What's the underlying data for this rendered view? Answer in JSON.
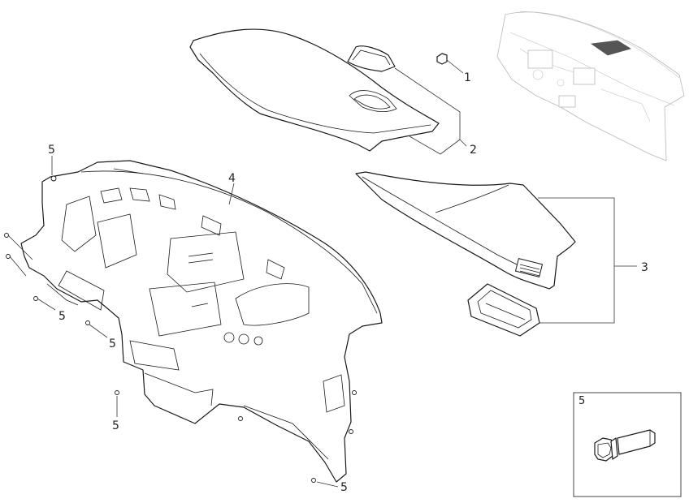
{
  "callouts": {
    "c1": "1",
    "c2": "2",
    "c3": "3",
    "c4": "4",
    "c5_top_left": "5",
    "c5_left_mid": "5",
    "c5_left_low": "5",
    "c5_bottom_left": "5",
    "c5_bottom_center": "5"
  },
  "inset": {
    "label": "5",
    "icon": "bolt-icon"
  },
  "colors": {
    "line": "#1a1a1a",
    "ghost": "#b8b8b8",
    "dark_panel": "#555555"
  }
}
